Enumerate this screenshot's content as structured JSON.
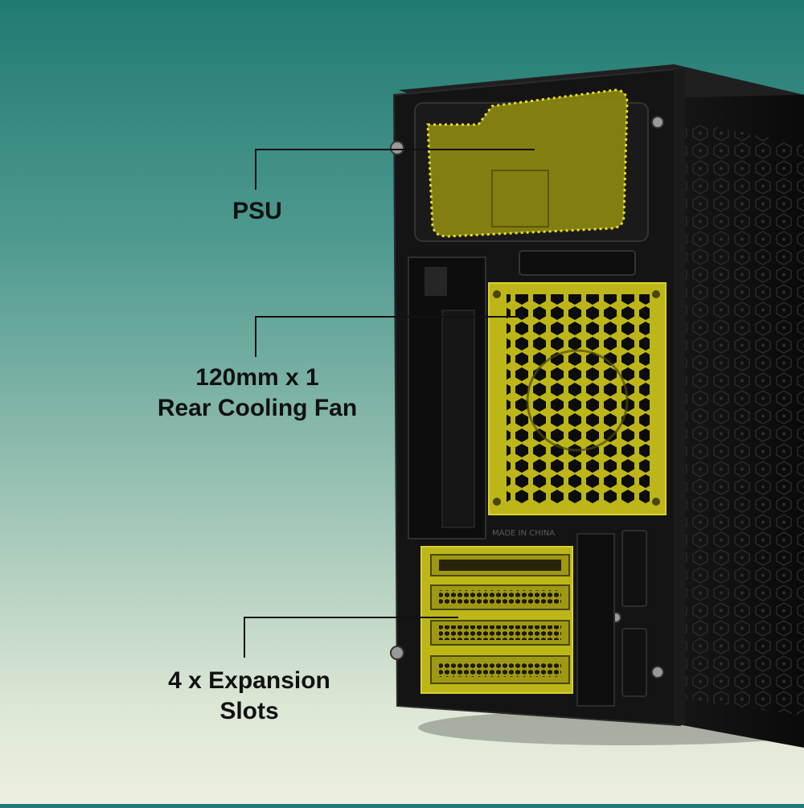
{
  "callouts": {
    "psu": {
      "lines": [
        "PSU"
      ]
    },
    "fan": {
      "lines": [
        "120mm x 1",
        "Rear Cooling Fan"
      ]
    },
    "slots": {
      "lines": [
        "4 x Expansion",
        "Slots"
      ]
    }
  },
  "case": {
    "engraving": "MADE IN CHINA"
  },
  "colors": {
    "background_top": "#217a72",
    "background_bottom": "#ecefe0",
    "case_body": "#141414",
    "highlight": "#c9c21e",
    "label_text": "#111111",
    "leader_line": "#111111"
  }
}
